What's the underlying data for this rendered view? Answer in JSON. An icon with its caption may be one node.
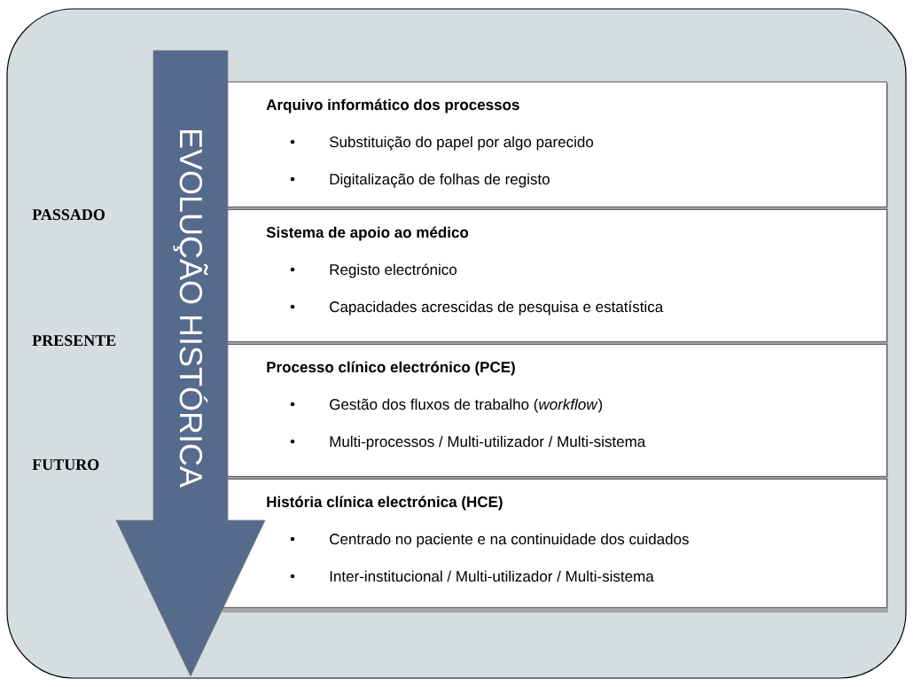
{
  "diagram": {
    "nodes": [
      {
        "text": [
          "EVOLUÇÃO HISTÓRICA"
        ]
      },
      {
        "text": [
          "Arquivo informático dos processos",
          "Substituição do papel por algo parecido",
          "Digitalização de folhas de registo"
        ]
      },
      {
        "text": [
          "Sistema de apoio ao médico",
          "Registo electrónico",
          "Capacidades acrescidas de pesquisa e estatística"
        ]
      },
      {
        "text": [
          "Processo clínico electrónico (PCE)",
          "Gestão dos fluxos de trabalho (*workflow*)",
          "Multi-processos / Multi-utilizador / Multi-sistema"
        ]
      },
      {
        "text": [
          "História clínica electrónica (HCE)",
          "Centrado no paciente e na continuidade dos cuidados",
          "Inter-institucional / Multi-utilizador / Multi-sistema"
        ]
      }
    ],
    "edges": [],
    "labels": [
      "PASSADO",
      "PRESENTE",
      "FUTURO"
    ]
  }
}
